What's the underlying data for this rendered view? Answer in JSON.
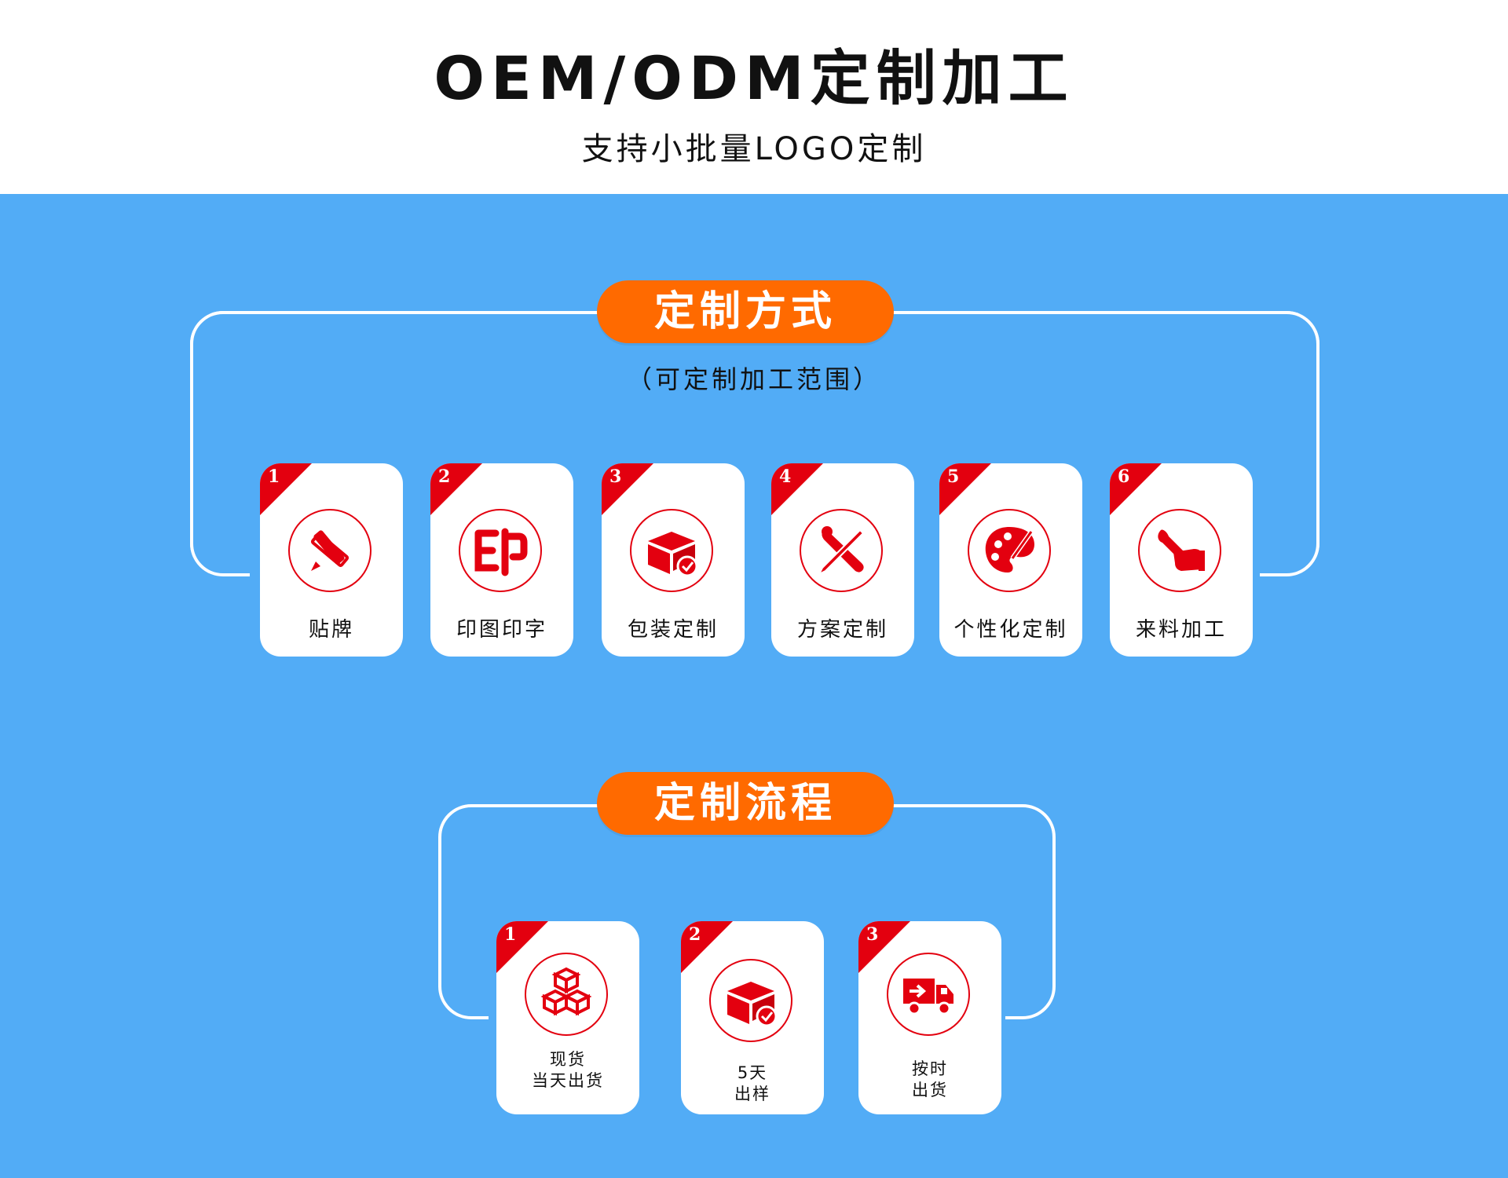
{
  "header": {
    "title": "OEM/ODM定制加工",
    "subtitle": "支持小批量LOGO定制"
  },
  "methods": {
    "pill_label": "定制方式",
    "note": "（可定制加工范围）",
    "items": [
      {
        "number": "1",
        "label": "贴牌",
        "icon": "pencil-ruler-icon"
      },
      {
        "number": "2",
        "label": "印图印字",
        "icon": "print-seal-icon"
      },
      {
        "number": "3",
        "label": "包装定制",
        "icon": "package-check-icon"
      },
      {
        "number": "4",
        "label": "方案定制",
        "icon": "brush-pen-icon"
      },
      {
        "number": "5",
        "label": "个性化定制",
        "icon": "paint-palette-icon"
      },
      {
        "number": "6",
        "label": "来料加工",
        "icon": "wrench-hand-icon"
      }
    ]
  },
  "process": {
    "pill_label": "定制流程",
    "items": [
      {
        "number": "1",
        "line1": "现货",
        "line2": "当天出货",
        "icon": "stacked-boxes-icon"
      },
      {
        "number": "2",
        "line1": "5天",
        "line2": "出样",
        "icon": "package-check-icon"
      },
      {
        "number": "3",
        "line1": "按时",
        "line2": "出货",
        "icon": "delivery-truck-icon"
      }
    ]
  },
  "colors": {
    "background": "#52acf6",
    "accent_orange": "#ff6a00",
    "accent_red": "#e3000f",
    "card": "#ffffff"
  }
}
